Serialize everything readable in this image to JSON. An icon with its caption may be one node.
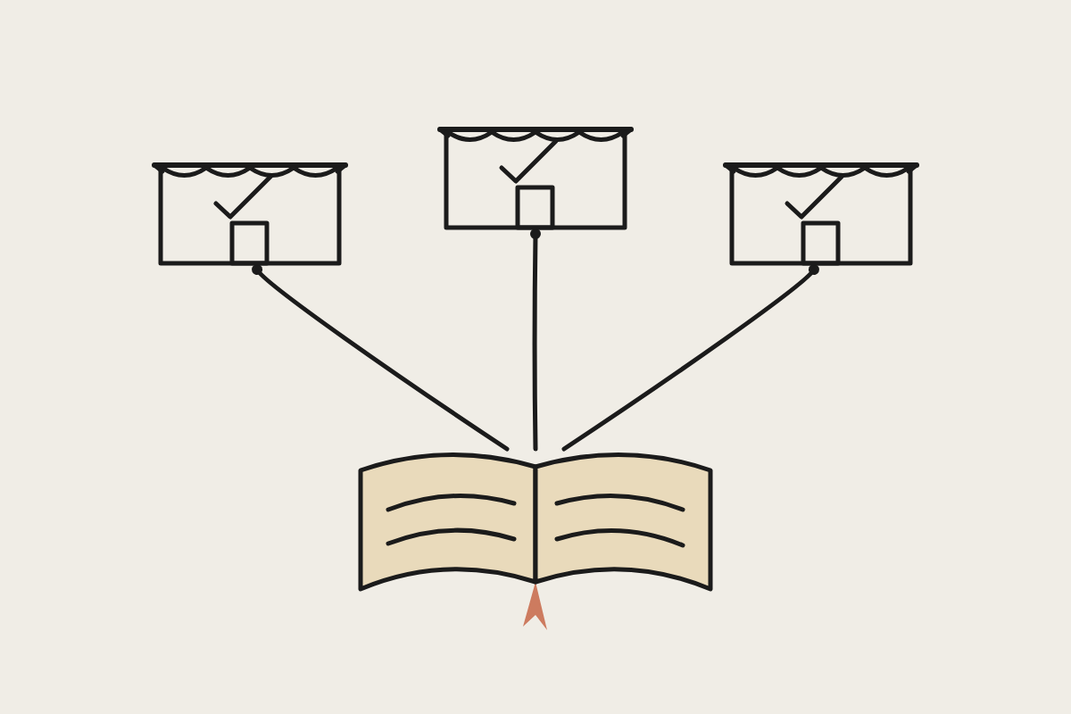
{
  "diagram": {
    "nodes": [
      {
        "text": [],
        "shape": "store"
      },
      {
        "text": [],
        "shape": "store"
      },
      {
        "text": [],
        "shape": "store"
      },
      {
        "text": [],
        "shape": "book"
      }
    ],
    "edges": [
      {
        "from": 0,
        "to": 3,
        "arrow": "other"
      },
      {
        "from": 1,
        "to": 3,
        "arrow": "other"
      },
      {
        "from": 2,
        "to": 3,
        "arrow": "other"
      }
    ]
  }
}
